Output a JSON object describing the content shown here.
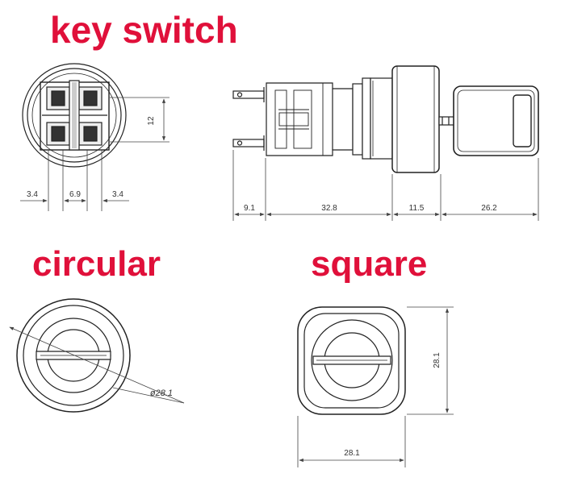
{
  "titles": {
    "key_switch": "key switch",
    "circular": "circular",
    "square": "square"
  },
  "dimensions": {
    "front_height": "12",
    "front_left": "3.4",
    "front_mid": "6.9",
    "front_right": "3.4",
    "side_pins": "9.1",
    "side_body": "32.8",
    "side_bezel": "11.5",
    "side_key": "26.2",
    "circular_diameter": "ø28.1",
    "square_height": "28.1",
    "square_width": "28.1"
  },
  "colors": {
    "title": "#e0103a",
    "line": "#222222",
    "dim_line": "#444444"
  }
}
